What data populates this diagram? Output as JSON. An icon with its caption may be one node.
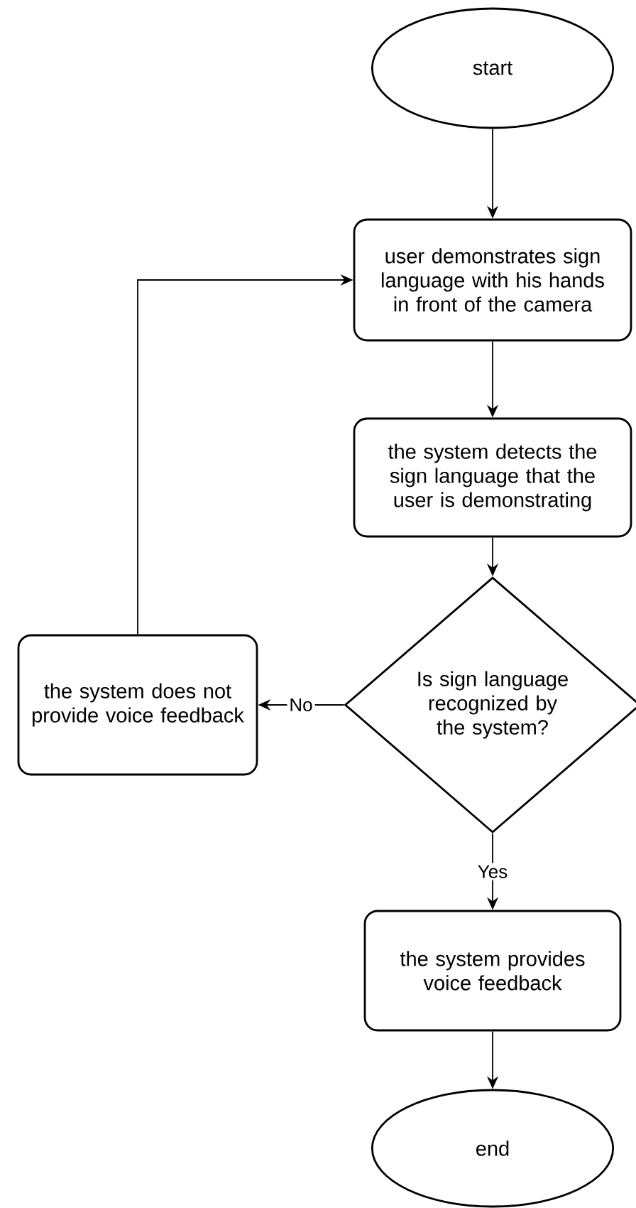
{
  "diagram": {
    "nodes": [
      {
        "text": [
          "start"
        ]
      },
      {
        "text": [
          "user demonstrates sign language with his hands in front of the camera"
        ]
      },
      {
        "text": [
          "the system detects the sign language that the user is demonstrating"
        ]
      },
      {
        "text": [
          "Is sign language recognized by the system?"
        ]
      },
      {
        "text": [
          "the system does not provide voice feedback"
        ]
      },
      {
        "text": [
          "the system provides voice feedback"
        ]
      },
      {
        "text": [
          "end"
        ]
      }
    ],
    "edges": [
      {
        "from": 0,
        "to": 1,
        "arrow": "to"
      },
      {
        "from": 1,
        "to": 2,
        "arrow": "to"
      },
      {
        "from": 2,
        "to": 3,
        "arrow": "to"
      },
      {
        "from": 3,
        "to": 4,
        "arrow": "to",
        "label": "No"
      },
      {
        "from": 3,
        "to": 5,
        "arrow": "to",
        "label": "Yes"
      },
      {
        "from": 5,
        "to": 6,
        "arrow": "to"
      },
      {
        "from": 4,
        "to": 1,
        "arrow": "to"
      }
    ]
  }
}
